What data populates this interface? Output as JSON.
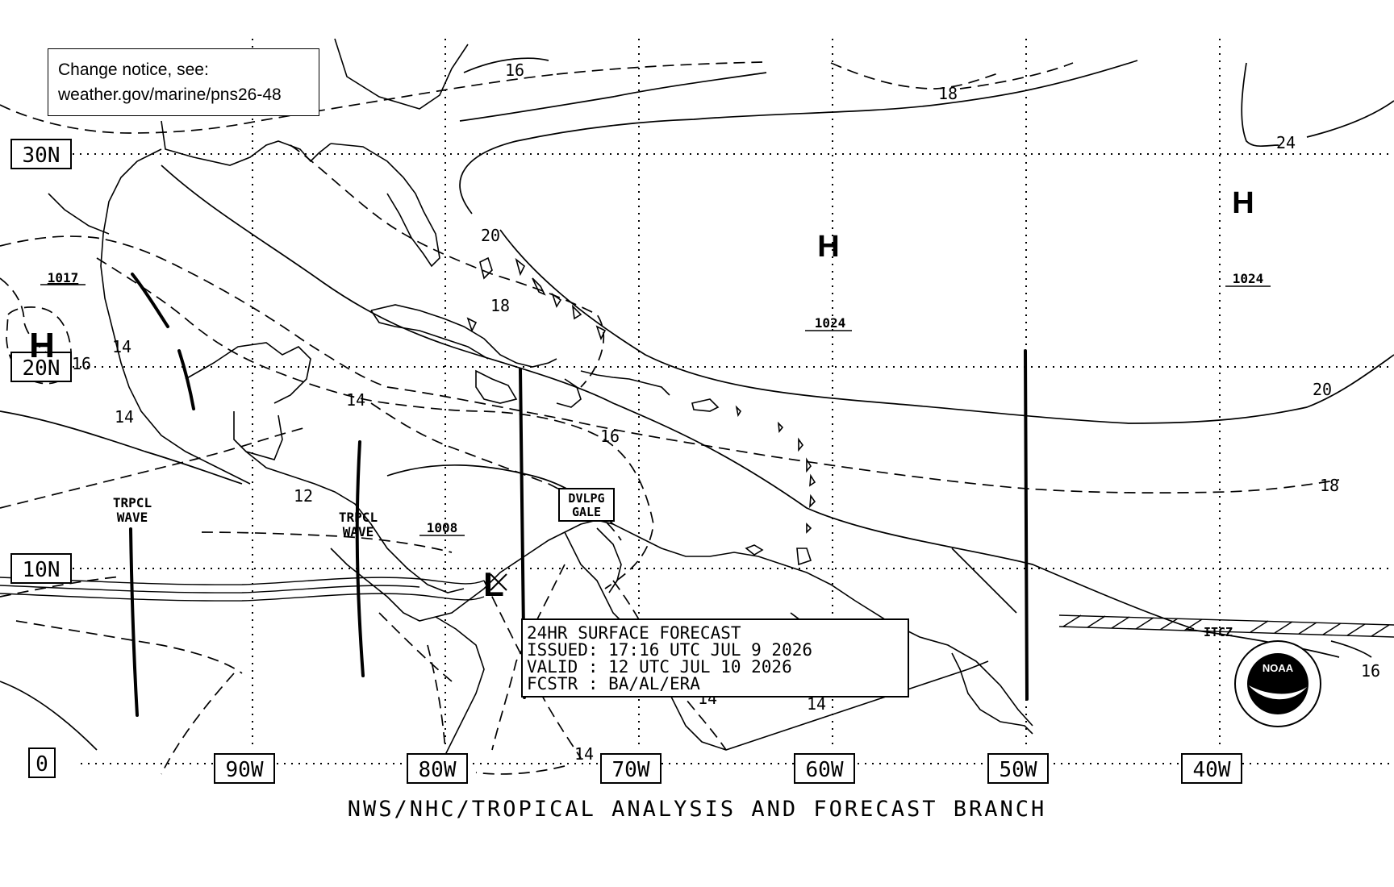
{
  "notice": {
    "line1": "Change notice, see:",
    "line2": "weather.gov/marine/pns26-48"
  },
  "lat_labels": [
    "30N",
    "20N",
    "10N",
    "0"
  ],
  "lon_labels": [
    "90W",
    "80W",
    "70W",
    "60W",
    "50W",
    "40W"
  ],
  "pressure_centers": [
    {
      "type": "H",
      "value": "1017"
    },
    {
      "type": "H",
      "value": "1024"
    },
    {
      "type": "H",
      "value": "1024"
    },
    {
      "type": "L",
      "value": "1008"
    }
  ],
  "isobar_labels": [
    "16",
    "18",
    "24",
    "20",
    "18",
    "14",
    "16",
    "14",
    "14",
    "16",
    "20",
    "18",
    "12",
    "14",
    "14",
    "14",
    "16"
  ],
  "features": {
    "tropical_wave_label": "TRPCL WAVE",
    "tropical_wave_line1": "TRPCL",
    "tropical_wave_line2": "WAVE",
    "gale_line1": "DVLPG",
    "gale_line2": "GALE",
    "itcz": "ITCZ"
  },
  "forecast_box": {
    "line1": "24HR SURFACE FORECAST",
    "line2": "ISSUED: 17:16 UTC JUL 9 2026",
    "line3": "VALID : 12 UTC JUL 10 2026",
    "line4": "FCSTR : BA/AL/ERA"
  },
  "logo_text": "NOAA",
  "footer": "NWS/NHC/TROPICAL ANALYSIS AND FORECAST BRANCH"
}
